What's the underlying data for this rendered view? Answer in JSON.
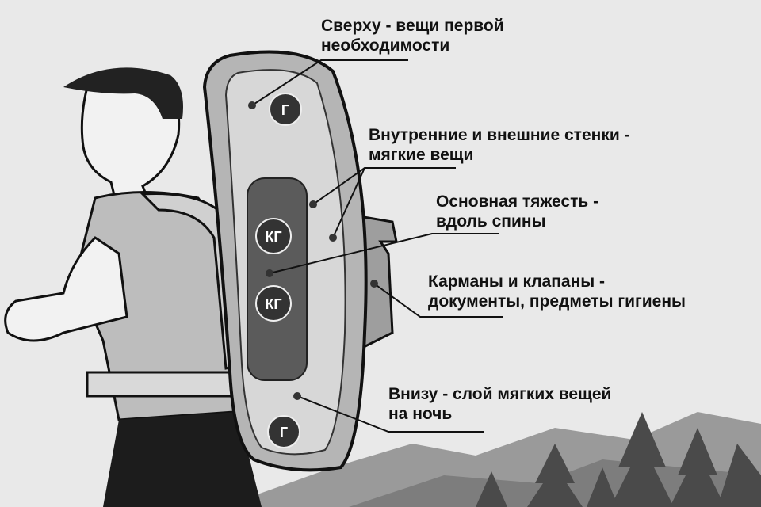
{
  "labels": [
    {
      "line1": "Сверху - вещи первой",
      "line2": "необходимости"
    },
    {
      "line1": "Внутренние и внешние стенки -",
      "line2": "мягкие вещи"
    },
    {
      "line1": "Основная тяжесть -",
      "line2": "вдоль спины"
    },
    {
      "line1": "Карманы и клапаны -",
      "line2": "документы, предметы гигиены"
    },
    {
      "line1": "Внизу - слой мягких вещей",
      "line2": "на ночь"
    }
  ],
  "badges": {
    "top": "Г",
    "heavy1": "КГ",
    "heavy2": "КГ",
    "bottom": "Г"
  },
  "colors": {
    "background": "#e9e9e9",
    "ink": "#111111",
    "badge": "#333333"
  }
}
